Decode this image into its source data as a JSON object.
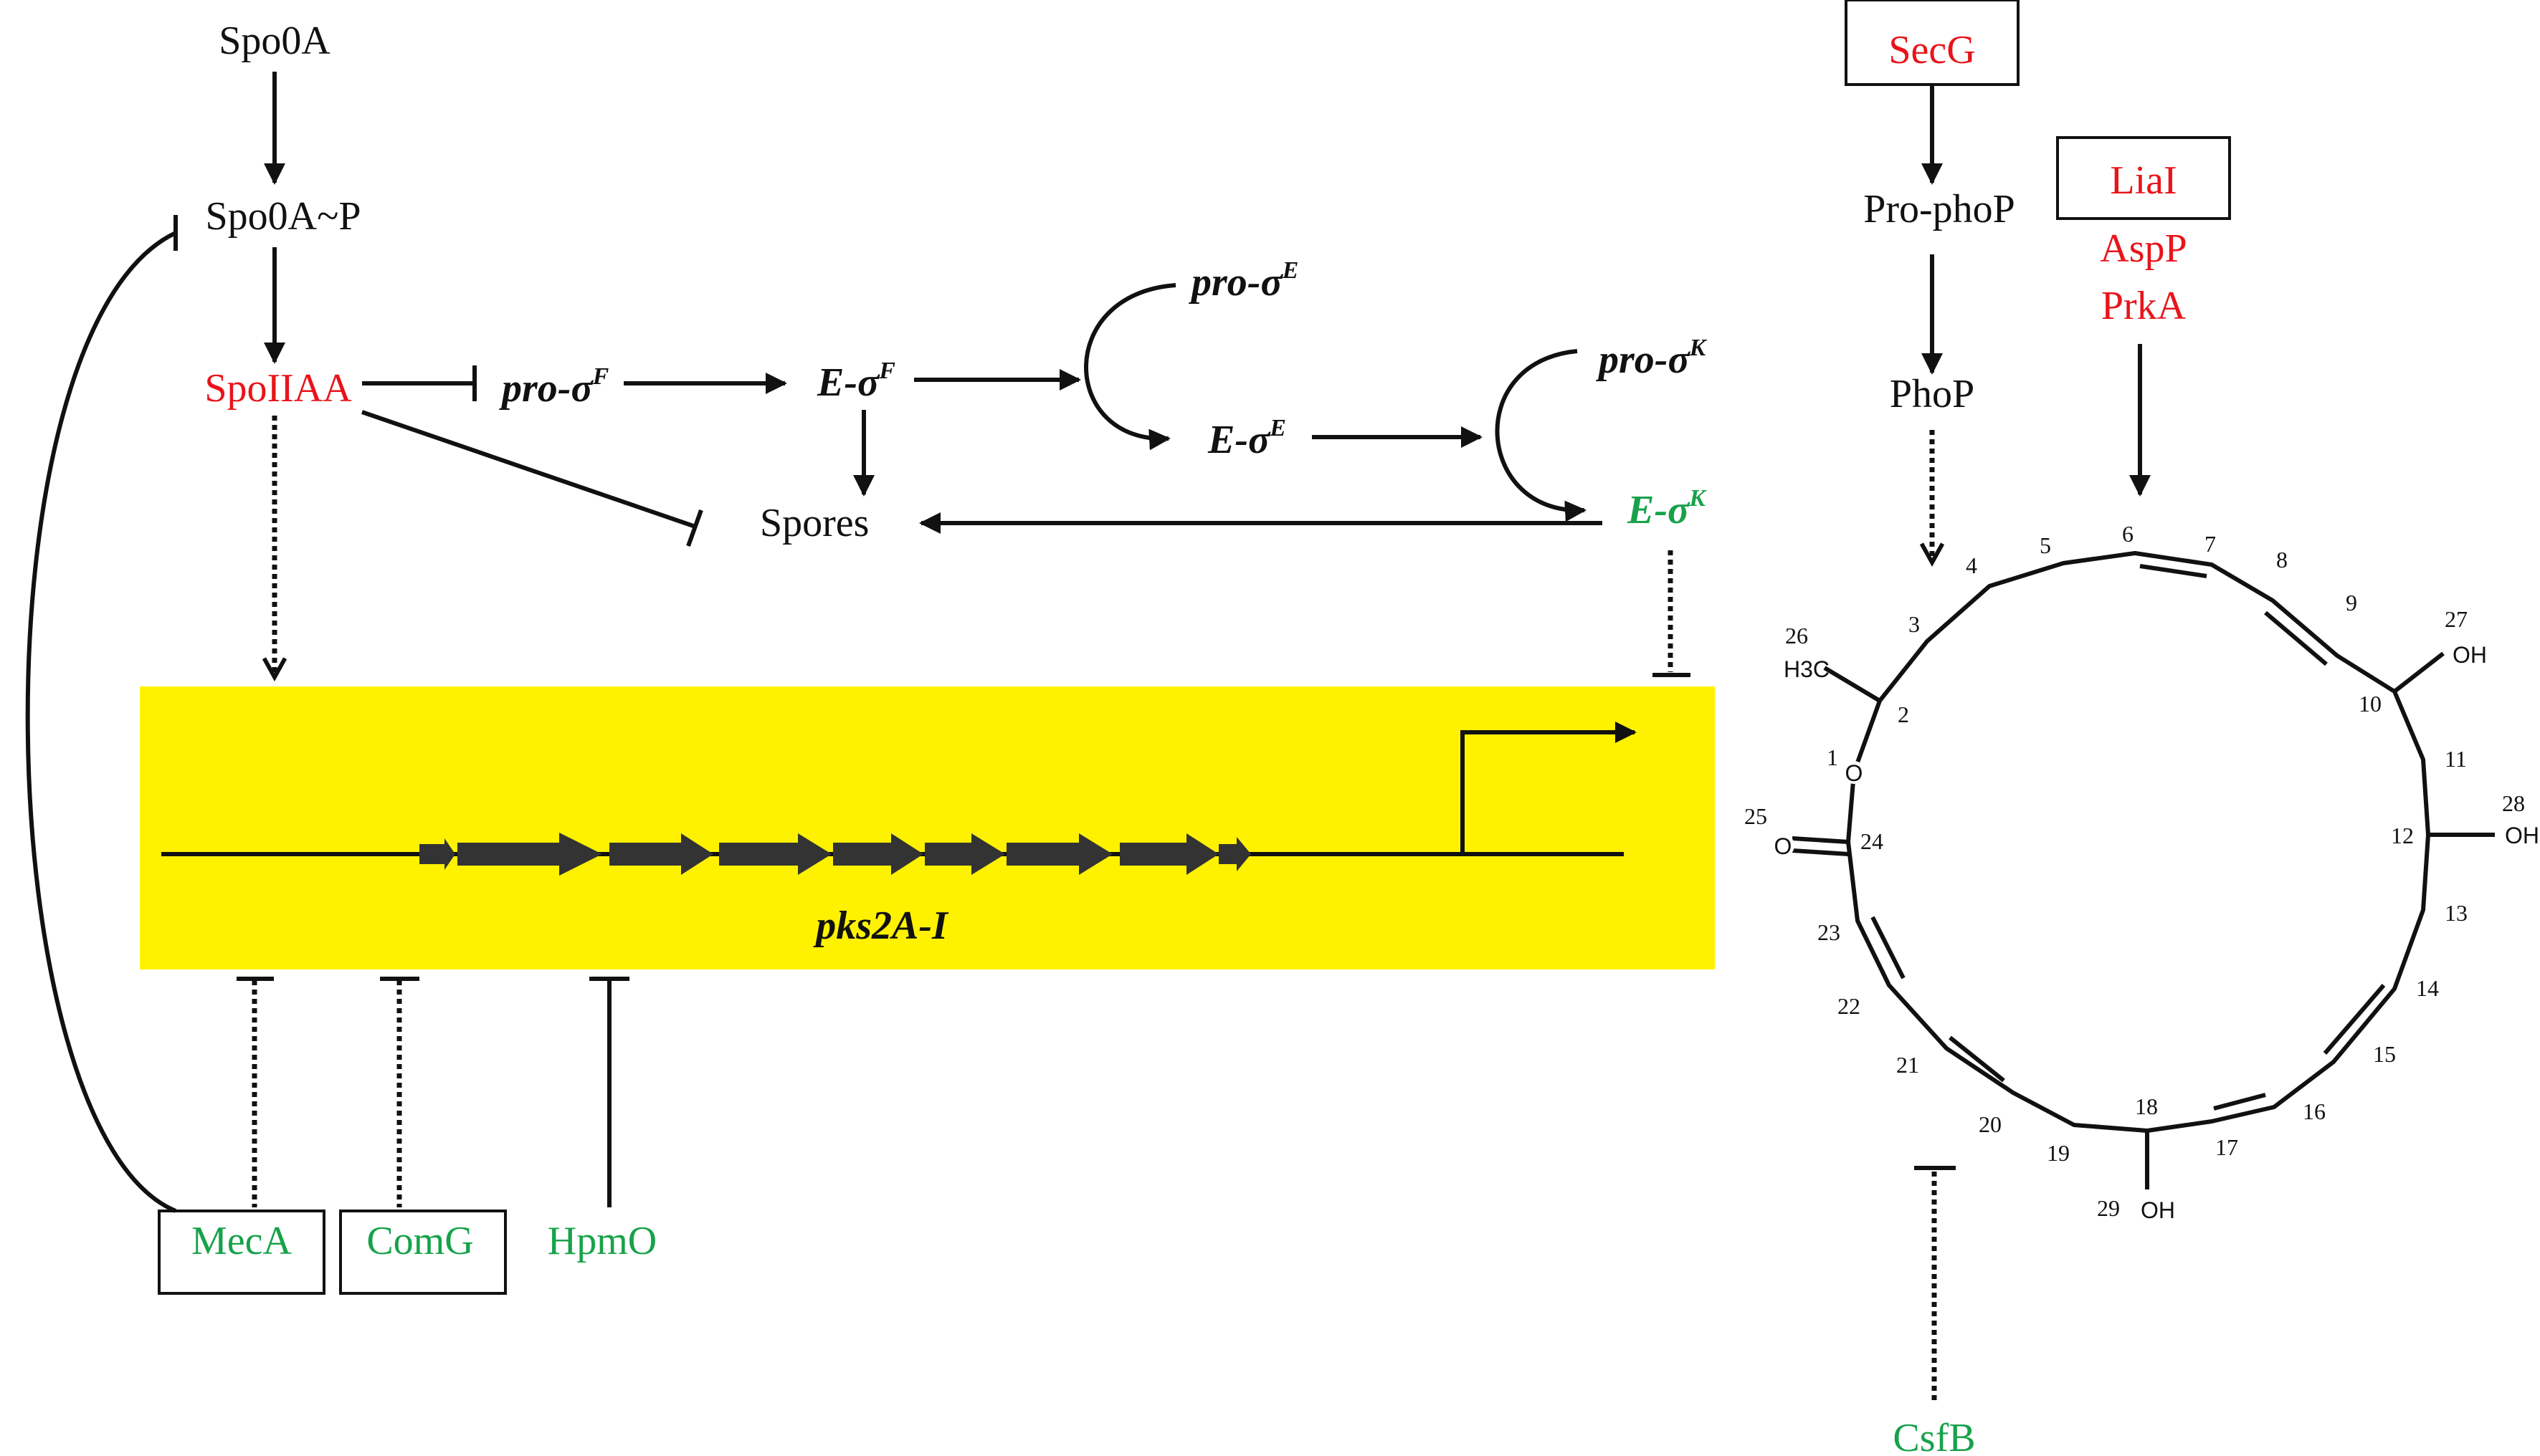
{
  "diagram": {
    "left_pathway": {
      "spo0a": "Spo0A",
      "spo0a_p": "Spo0A~P",
      "spoiiaa": "SpoIIAA",
      "spores": "Spores",
      "pro_sigma_f": {
        "base": "pro-σ",
        "sup": "F"
      },
      "e_sigma_f": {
        "base": "E-σ",
        "sup": "F"
      },
      "pro_sigma_e": {
        "base": "pro-σ",
        "sup": "E"
      },
      "e_sigma_e": {
        "base": "E-σ",
        "sup": "E"
      },
      "pro_sigma_k": {
        "base": "pro-σ",
        "sup": "K"
      },
      "e_sigma_k": {
        "base": "E-σ",
        "sup": "K"
      }
    },
    "gene_cluster": {
      "label": "pks2A-I",
      "background_color": "#fff200",
      "arrow_color": "#333333"
    },
    "repressors": {
      "meca": "MecA",
      "comg": "ComG",
      "hpmo": "HpmO",
      "csfb": "CsfB"
    },
    "right_pathway": {
      "secg": "SecG",
      "pro_phop": "Pro-phoP",
      "phop": "PhoP",
      "liai": "LiaI",
      "aspp": "AspP",
      "prka": "PrkA"
    },
    "molecule": {
      "ring_numbers": [
        "1",
        "2",
        "3",
        "4",
        "5",
        "6",
        "7",
        "8",
        "9",
        "10",
        "11",
        "12",
        "13",
        "14",
        "15",
        "16",
        "17",
        "18",
        "19",
        "20",
        "21",
        "22",
        "23",
        "24"
      ],
      "substituent_numbers": [
        "25",
        "26",
        "27",
        "28",
        "29"
      ],
      "atoms": {
        "ring_oxygen": "O",
        "carbonyl_oxygen": "O",
        "methyl": "H3C",
        "hydroxyl": "OH"
      }
    },
    "colors": {
      "activator_red": "#e8141b",
      "repressor_green": "#17a24a",
      "highlight_yellow": "#fff200"
    }
  }
}
